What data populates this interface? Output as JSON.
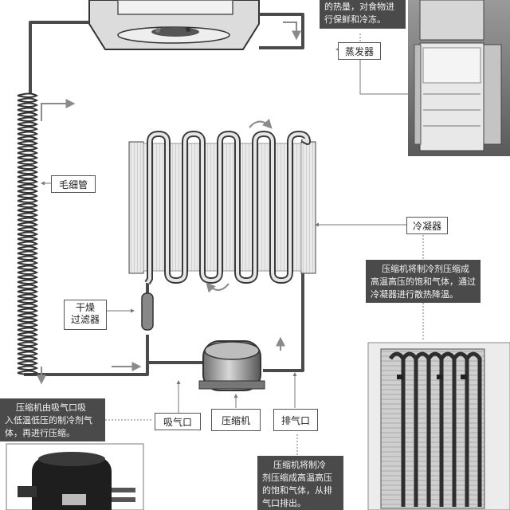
{
  "labels": {
    "evaporator": "蒸发器",
    "capillary": "毛细管",
    "condenser": "冷凝器",
    "filter_drier": [
      "干燥",
      "过滤器"
    ],
    "suction_port": "吸气口",
    "compressor": "压缩机",
    "exhaust_port": "排气口"
  },
  "notes": {
    "evaporator_note": [
      "的热量，对食物进",
      "行保鲜和冷冻。"
    ],
    "condenser_note": [
      "压缩机将制冷剂压缩成",
      "高温高压的饱和气体，通过",
      "冷凝器进行散热降温。"
    ],
    "suction_note": [
      "压缩机由吸气口吸",
      "入低温低压的制冷剂气",
      "体，再进行压缩。"
    ],
    "exhaust_note": [
      "压缩机将制冷",
      "剂压缩成高温高压",
      "的饱和气体，从排",
      "气口排出。"
    ]
  },
  "colors": {
    "pipe": "#4a4a4a",
    "note_bg": "#4a4a4a",
    "arrow": "#9a9a9a"
  }
}
